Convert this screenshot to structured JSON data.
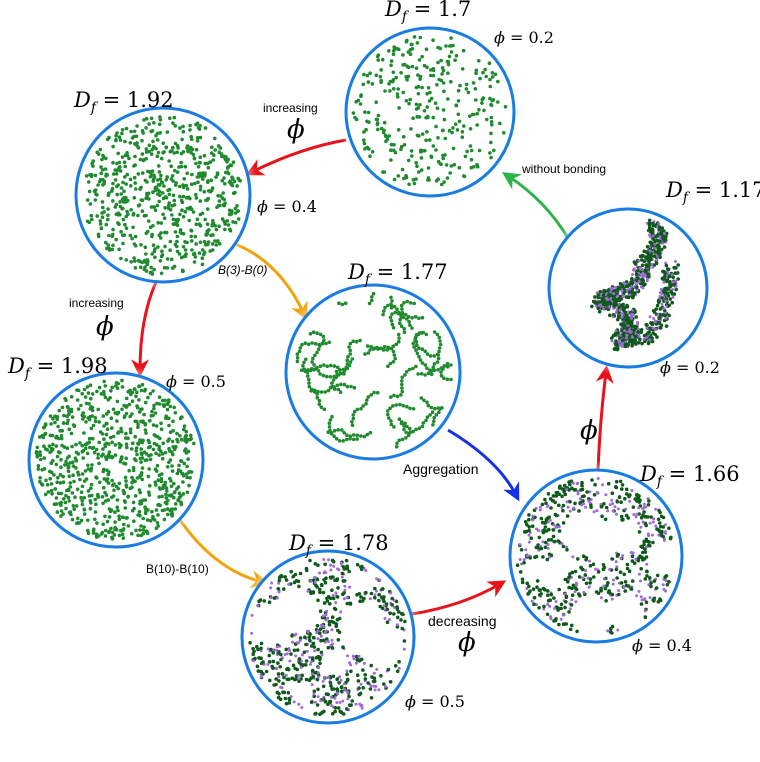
{
  "panels": [
    {
      "id": "top",
      "df_value": "1.7",
      "phi_value": "0.2",
      "pattern": "dispersed"
    },
    {
      "id": "upleft",
      "df_value": "1.92",
      "phi_value": "0.4",
      "pattern": "dispersed"
    },
    {
      "id": "midleft",
      "df_value": "1.98",
      "phi_value": "0.5",
      "pattern": "dispersed"
    },
    {
      "id": "center",
      "df_value": "1.77",
      "phi_value": "",
      "pattern": "chains"
    },
    {
      "id": "botmid",
      "df_value": "1.78",
      "phi_value": "0.5",
      "pattern": "network"
    },
    {
      "id": "botright",
      "df_value": "1.66",
      "phi_value": "0.4",
      "pattern": "network"
    },
    {
      "id": "right",
      "df_value": "1.17",
      "phi_value": "0.2",
      "pattern": "cluster"
    }
  ],
  "arrows": [
    {
      "id": "top-to-upleft",
      "color": "#e8131a",
      "label_top": "increasing",
      "label_phi": "ϕ"
    },
    {
      "id": "upleft-to-midleft",
      "color": "#e8131a",
      "label_top": "increasing",
      "label_phi": "ϕ"
    },
    {
      "id": "upleft-to-center",
      "color": "#f0a30a",
      "label": "B(3)-B(0)"
    },
    {
      "id": "midleft-to-botmid",
      "color": "#f0a30a",
      "label": "B(10)-B(10)"
    },
    {
      "id": "center-to-botright",
      "color": "#1530e8",
      "label": "Aggregation"
    },
    {
      "id": "botmid-to-botright",
      "color": "#e8131a",
      "label_top": "decreasing",
      "label_phi": "ϕ"
    },
    {
      "id": "botright-to-right",
      "color": "#e8131a",
      "label_phi": "ϕ"
    },
    {
      "id": "right-to-top",
      "color": "#2db34a",
      "label": "without bonding"
    }
  ],
  "colors": {
    "ring": "#1a7be0",
    "glow": "#cfe6ff",
    "particle": "#1f8a2e",
    "particle_dark": "#0f5a1a",
    "bond": "#a06ad8"
  },
  "symbols": {
    "df_prefix": "D",
    "df_sub": "f",
    "phi": "ϕ"
  }
}
